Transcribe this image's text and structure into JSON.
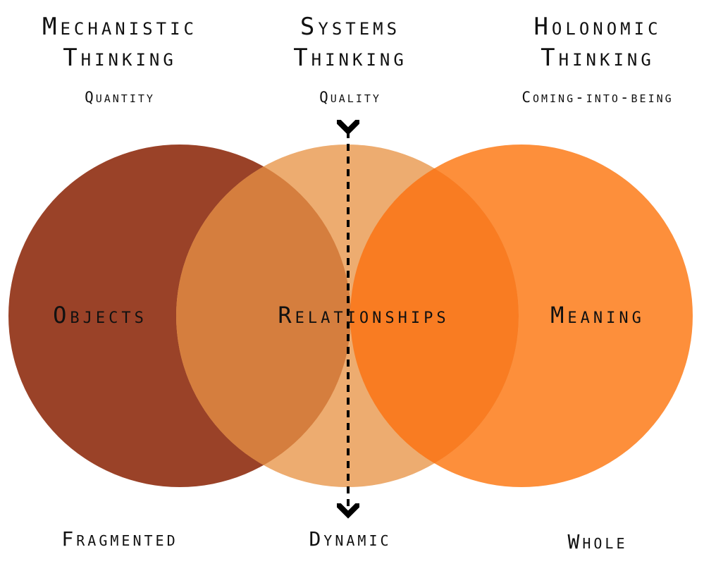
{
  "columns": [
    {
      "heading": [
        "Mechanistic",
        "Thinking"
      ],
      "subheading": "Quantity",
      "circle_label": "Objects",
      "footer": "Fragmented"
    },
    {
      "heading": [
        "Systems",
        "Thinking"
      ],
      "subheading": "Quality",
      "circle_label": "Relationships",
      "footer": "Dynamic"
    },
    {
      "heading": [
        "Holonomic",
        "Thinking"
      ],
      "subheading": "Coming-into-being",
      "circle_label": "Meaning",
      "footer": "Whole"
    }
  ],
  "colors": {
    "left": "#9a4228",
    "middle": "#edac70",
    "right": "#fd8f3b",
    "left_middle": "#d57e3e",
    "middle_right": "#f97c22",
    "arrow": "#000000"
  }
}
